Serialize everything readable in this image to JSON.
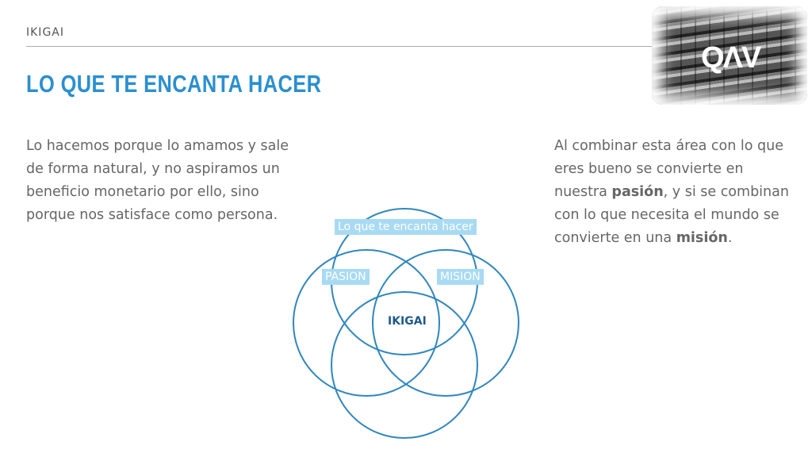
{
  "header": {
    "section": "IKIGAI",
    "title": "LO QUE TE ENCANTA HACER"
  },
  "left_text": "Lo hacemos porque lo amamos y sale de forma natural, y no aspiramos un beneficio monetario por ello, sino porque nos satisface como persona.",
  "right_text": {
    "p1": "Al combinar esta área con lo que eres bueno se convierte en nuestra ",
    "b1": "pasión",
    "p2": ", y si se combinan con lo que necesita el mundo se convierte en una ",
    "b2": "misión",
    "p3": "."
  },
  "logo": "QAV",
  "diagram": {
    "top_label": "Lo que te encanta hacer",
    "left_label": "PASION",
    "right_label": "MISION",
    "center_label": "IKIGAI",
    "stroke_color": "#2f86bd"
  }
}
